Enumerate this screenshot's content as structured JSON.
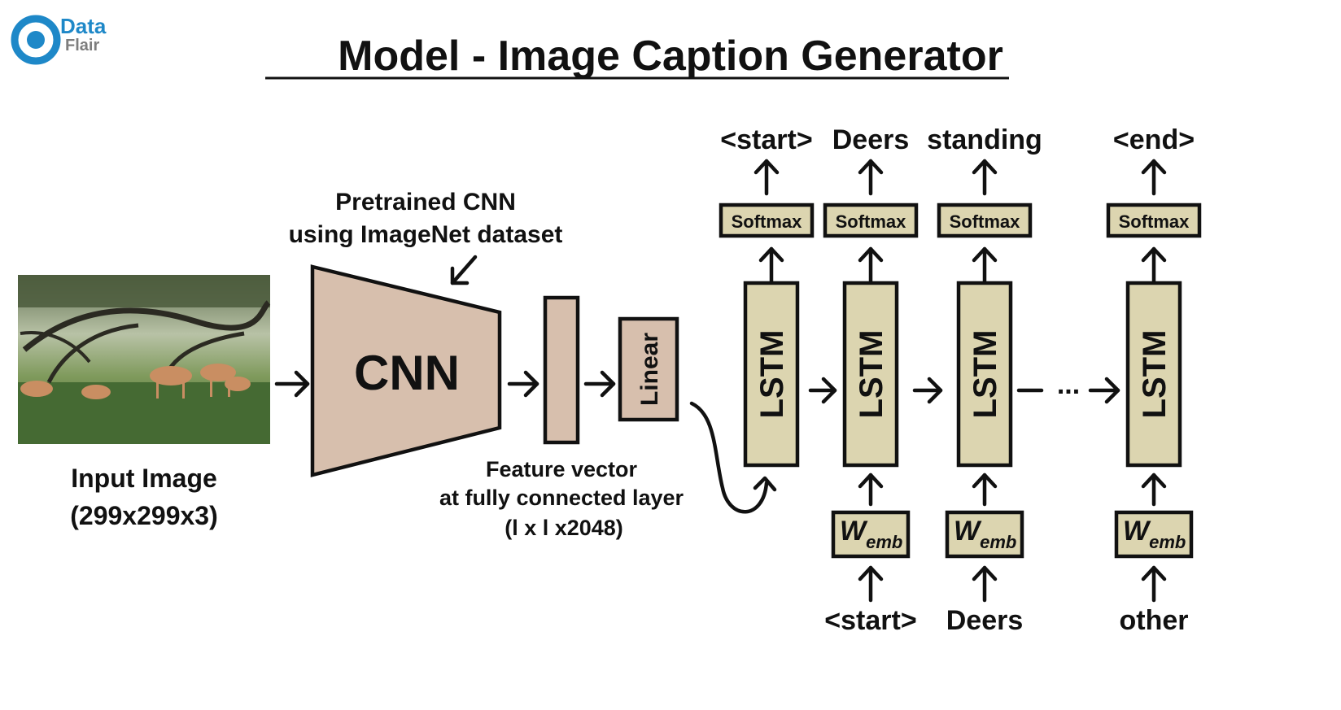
{
  "title": "Model - Image Caption Generator",
  "logo": {
    "word1": "Data",
    "word2": "Flair"
  },
  "cnn_annotation": {
    "line1": "Pretrained CNN",
    "line2": "using ImageNet dataset"
  },
  "cnn_label": "CNN",
  "linear_label": "Linear",
  "input_image": {
    "label_line1": "Input Image",
    "label_line2": "(299x299x3)"
  },
  "feature_vector": {
    "line1": "Feature vector",
    "line2": "at fully connected layer",
    "line3": "(l x l x2048)"
  },
  "lstm_label": "LSTM",
  "softmax_label": "Softmax",
  "wemb": {
    "main": "W",
    "sub": "emb"
  },
  "ellipsis": "...",
  "outputs": [
    "<start>",
    "Deers",
    "standing",
    "<end>"
  ],
  "inputs": [
    "<start>",
    "Deers",
    "other"
  ],
  "colors": {
    "cnn_fill": "#d7bfad",
    "lstm_fill": "#dcd5b0",
    "logo_blue": "#1e88c8",
    "image_sky": "#a8b7a4",
    "image_grass": "#54743f",
    "deer": "#c98e62"
  },
  "icons": {
    "logo": "dataflair-logo-icon",
    "photo": "deer-photo"
  }
}
